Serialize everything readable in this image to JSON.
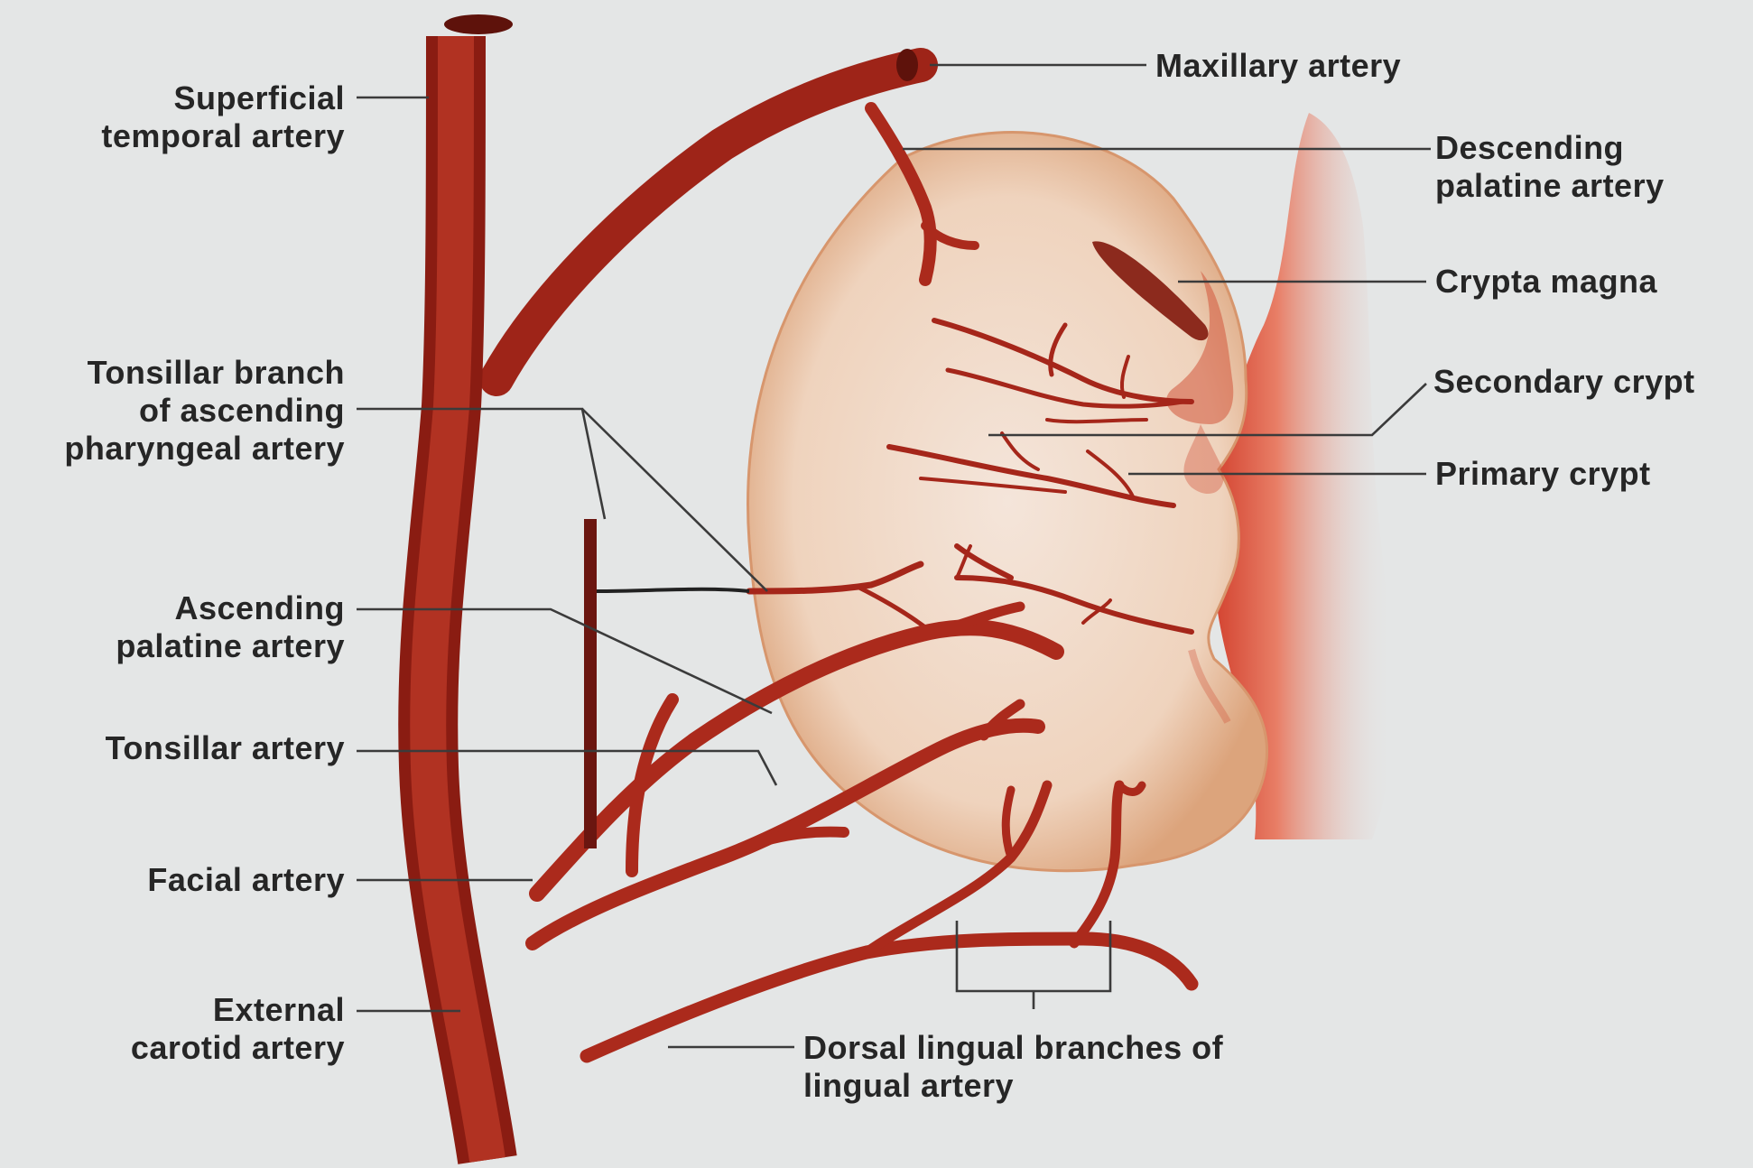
{
  "labels": {
    "superficial_temporal_artery": [
      "Superficial",
      "temporal artery"
    ],
    "maxillary_artery": [
      "Maxillary artery"
    ],
    "descending_palatine_artery": [
      "Descending",
      "palatine artery"
    ],
    "crypta_magna": [
      "Crypta magna"
    ],
    "secondary_crypt": [
      "Secondary crypt"
    ],
    "primary_crypt": [
      "Primary crypt"
    ],
    "tonsillar_branch_ascending_pharyngeal": [
      "Tonsillar branch",
      "of ascending",
      "pharyngeal artery"
    ],
    "ascending_palatine_artery": [
      "Ascending",
      "palatine artery"
    ],
    "tonsillar_artery": [
      "Tonsillar artery"
    ],
    "facial_artery": [
      "Facial artery"
    ],
    "external_carotid_artery": [
      "External",
      "carotid artery"
    ],
    "dorsal_lingual_branches": [
      "Dorsal lingual branches of",
      "lingual artery"
    ]
  },
  "colors": {
    "background": "#e4e6e6",
    "artery": "#a9271b",
    "artery_dark": "#7a1810",
    "tonsil_fill": "#efcfb6",
    "tonsil_edge": "#d9a27a",
    "pillar_red": "#d4402a",
    "leader_line": "#3a3a3a",
    "label_text": "#262626"
  }
}
